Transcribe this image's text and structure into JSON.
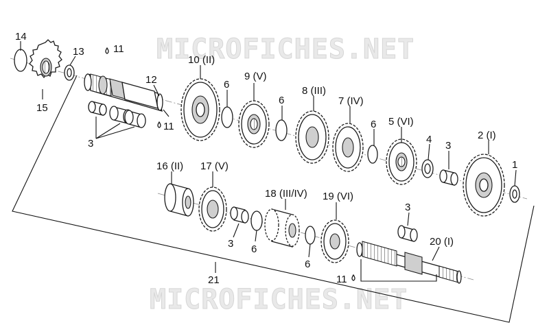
{
  "watermark": {
    "top": "MICROFICHES.NET",
    "bottom": "MICROFICHES.NET"
  },
  "callouts": {
    "c14": "14",
    "c13": "13",
    "c15": "15",
    "c11a": "11",
    "c12": "12",
    "c11b": "11",
    "c3a": "3",
    "c10": "10 (II)",
    "c6a": "6",
    "c9": "9 (V)",
    "c6b": "6",
    "c8": "8 (III)",
    "c7": "7 (IV)",
    "c6c": "6",
    "c5": "5 (VI)",
    "c4": "4",
    "c3b": "3",
    "c2": "2 (I)",
    "c1": "1",
    "c16": "16 (II)",
    "c17": "17 (V)",
    "c3c": "3",
    "c6d": "6",
    "c18": "18 (III/IV)",
    "c6e": "6",
    "c19": "19 (VI)",
    "c3d": "3",
    "c20": "20 (I)",
    "c11c": "11",
    "c21": "21"
  }
}
